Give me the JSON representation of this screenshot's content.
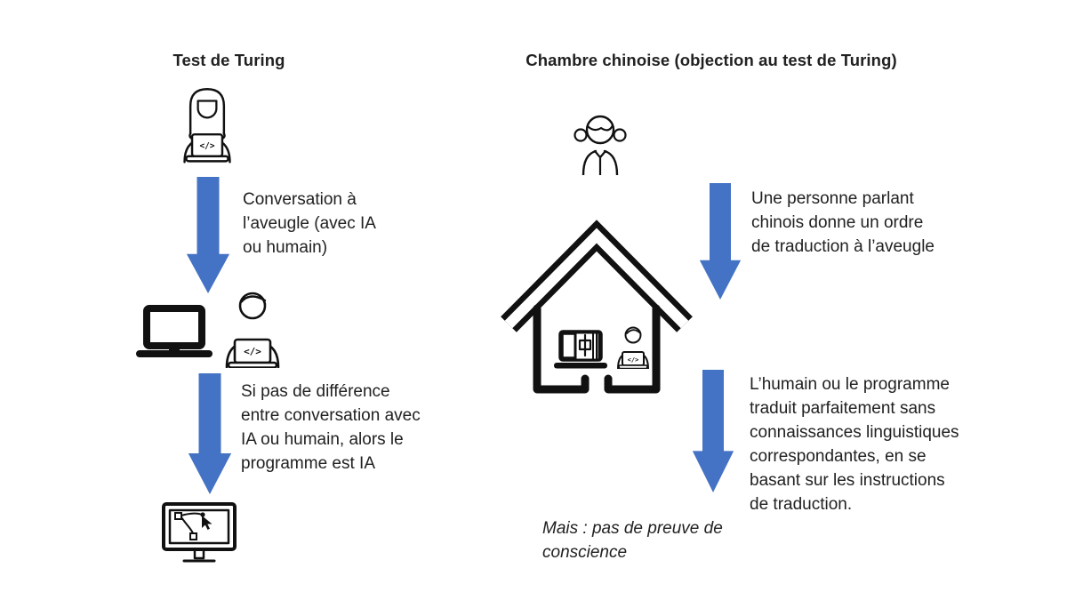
{
  "colors": {
    "arrow": "#4472C4",
    "text": "#212121",
    "icon": "#111111"
  },
  "glyphs": {
    "code": "</>",
    "chinese_char": "中"
  },
  "left_flow": {
    "title": "Test de Turing",
    "step1_label": "Conversation à\nl’aveugle (avec IA\nou humain)",
    "step2_label": "Si pas de différence\nentre conversation avec\nIA ou humain, alors le\nprogramme est IA",
    "icon_names": [
      "woman-at-laptop-icon",
      "laptop-icon",
      "man-at-laptop-icon",
      "monitor-vector-design-icon"
    ]
  },
  "right_flow": {
    "title": "Chambre chinoise (objection au test de Turing)",
    "step1_label": "Une personne parlant\nchinois donne un ordre\nde traduction à l’aveugle",
    "step2_label": "L’humain ou le programme\ntraduit parfaitement sans\nconnaissances linguistiques\ncorrespondantes, en se\nbasant sur les instructions\nde traduction.",
    "note": "Mais : pas de preuve de\nconscience",
    "icon_names": [
      "girl-pigtails-icon",
      "house-icon",
      "laptop-translation-book-icon",
      "person-at-laptop-small-icon"
    ]
  }
}
